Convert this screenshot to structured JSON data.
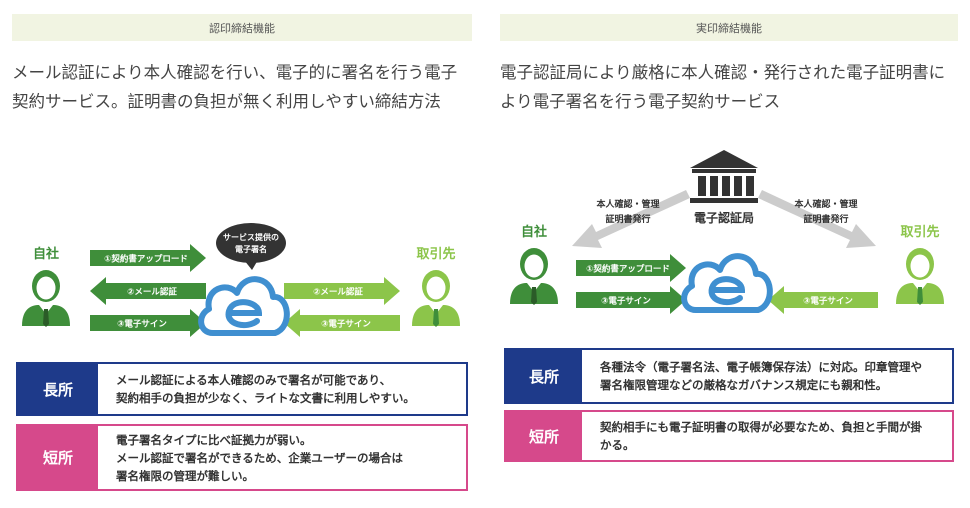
{
  "left": {
    "header": "認印締結機能",
    "description": "メール認証により本人確認を行い、電子的に署名を行う電子契約サービス。証明書の負担が無く利用しやすい締結方法",
    "self_label": "自社",
    "partner_label": "取引先",
    "bubble_line1": "サービス提供の",
    "bubble_line2": "電子署名",
    "arrow_upload": "①契約書アップロード",
    "arrow_email_self": "②メール認証",
    "arrow_sign_self": "③電子サイン",
    "arrow_email_partner": "②メール認証",
    "arrow_sign_partner": "③電子サイン",
    "pro_tag": "長所",
    "pro_text": "メール認証による本人確認のみで署名が可能であり、\n契約相手の負担が少なく、ライトな文書に利用しやすい。",
    "con_tag": "短所",
    "con_text": "電子署名タイプに比べ証拠力が弱い。\nメール認証で署名ができるため、企業ユーザーの場合は\n署名権限の管理が難しい。"
  },
  "right": {
    "header": "実印締結機能",
    "description": "電子認証局により厳格に本人確認・発行された電子証明書により電子署名を行う電子契約サービス",
    "authority_label": "電子認証局",
    "self_label": "自社",
    "partner_label": "取引先",
    "issue_left_line1": "本人確認・管理",
    "issue_left_line2": "証明書発行",
    "issue_right_line1": "本人確認・管理",
    "issue_right_line2": "証明書発行",
    "arrow_upload": "①契約書アップロード",
    "arrow_sign_self": "③電子サイン",
    "arrow_sign_partner": "③電子サイン",
    "pro_tag": "長所",
    "pro_text": "各種法令（電子署名法、電子帳簿保存法）に対応。印章管理や\n署名権限管理などの厳格なガバナンス規定にも親和性。",
    "con_tag": "短所",
    "con_text": "契約相手にも電子証明書の取得が必要なため、負担と手間が掛\nかる。"
  },
  "colors": {
    "green_dark": "#3f8e3a",
    "green_light": "#8cc54a",
    "blue": "#3f8fd0",
    "navy": "#1e3a8a",
    "pink": "#d6498b",
    "gray_arrow": "#cccccc",
    "dark": "#333333"
  }
}
